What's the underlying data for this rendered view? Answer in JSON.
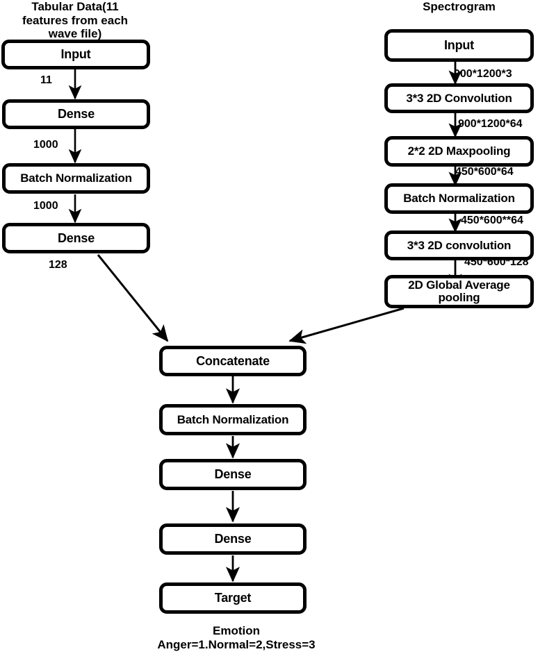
{
  "diagram": {
    "title_left": "Tabular Data(11\nfeatures from each\nwave file)",
    "title_right": "Spectrogram",
    "footer": "Emotion\nAnger=1.Normal=2,Stress=3",
    "stroke_color": "#000000",
    "background_color": "#ffffff"
  },
  "branch_tabular": {
    "nodes": [
      {
        "id": "tab-input",
        "label": "Input"
      },
      {
        "id": "tab-dense-1",
        "label": "Dense"
      },
      {
        "id": "tab-batchnorm",
        "label": "Batch Normalization"
      },
      {
        "id": "tab-dense-2",
        "label": "Dense"
      }
    ],
    "edge_labels": [
      "11",
      "1000",
      "1000",
      "128"
    ]
  },
  "branch_spectrogram": {
    "nodes": [
      {
        "id": "spec-input",
        "label": "Input"
      },
      {
        "id": "spec-conv-1",
        "label": "3*3 2D Convolution"
      },
      {
        "id": "spec-maxpool",
        "label": "2*2 2D Maxpooling"
      },
      {
        "id": "spec-batchnorm",
        "label": "Batch Normalization"
      },
      {
        "id": "spec-conv-2",
        "label": "3*3 2D convolution"
      },
      {
        "id": "spec-gap",
        "label": "2D Global Average\npooling"
      }
    ],
    "edge_labels": [
      "900*1200*3",
      "900*1200*64",
      "450*600*64",
      "450*600**64",
      "450*600*128"
    ]
  },
  "branch_merged": {
    "nodes": [
      {
        "id": "merge-concat",
        "label": "Concatenate"
      },
      {
        "id": "merge-batchnorm",
        "label": "Batch Normalization"
      },
      {
        "id": "merge-dense-1",
        "label": "Dense"
      },
      {
        "id": "merge-dense-2",
        "label": "Dense"
      },
      {
        "id": "merge-target",
        "label": "Target"
      }
    ]
  }
}
